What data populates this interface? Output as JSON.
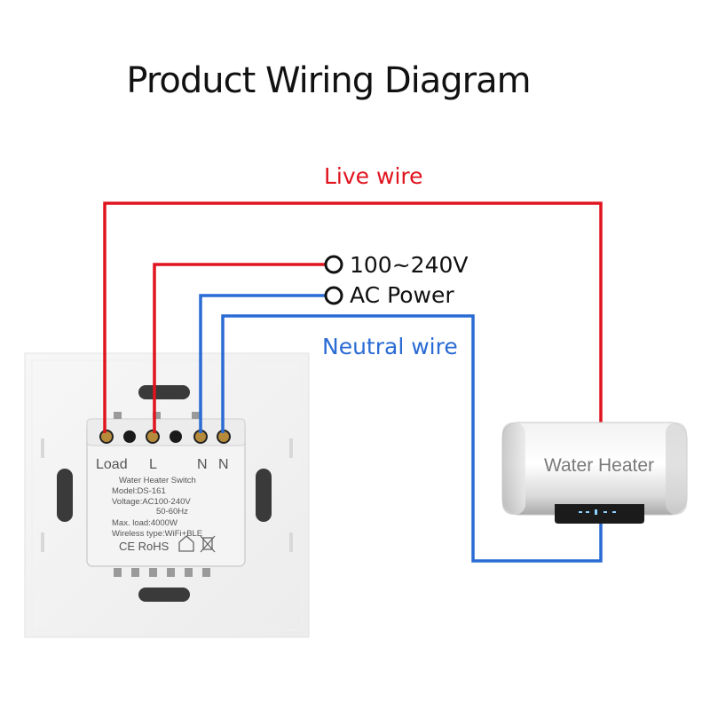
{
  "title": "Product Wiring Diagram",
  "labels": {
    "live_wire": "Live wire",
    "neutral_wire": "Neutral wire",
    "voltage": "100~240V",
    "ac_power": "AC Power"
  },
  "switch": {
    "terminals": {
      "load": "Load",
      "live": "L",
      "neutral1": "N",
      "neutral2": "N"
    },
    "info": [
      "Water Heater Switch",
      "Model:DS-161",
      "Voltage:AC100-240V",
      "50-60Hz",
      "Max. load:4000W",
      "Wireless type:WiFi+BLE"
    ],
    "certs": "CE RoHS"
  },
  "heater": {
    "label": "Water Heater"
  },
  "colors": {
    "live": "#e0141e",
    "neutral": "#2a6bd4",
    "text": "#111111"
  }
}
